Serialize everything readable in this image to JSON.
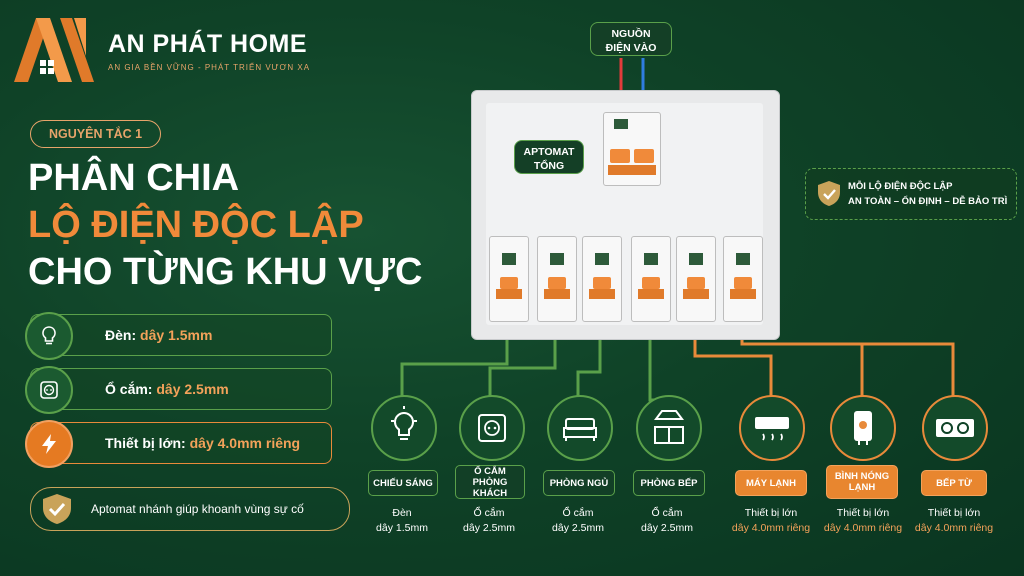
{
  "brand": {
    "name": "AN PHÁT HOME",
    "tagline": "AN GIA BỀN VỮNG - PHÁT TRIỂN VƯƠN XA"
  },
  "principle": "NGUYÊN TẮC 1",
  "headline": {
    "line1": "PHÂN CHIA",
    "line2": "LỘ ĐIỆN ĐỘC LẬP",
    "line3": "CHO TỪNG KHU VỰC"
  },
  "features": [
    {
      "label": "Đèn:",
      "value": "dây 1.5mm",
      "icon": "lightbulb-icon"
    },
    {
      "label": "Ổ cắm:",
      "value": "dây 2.5mm",
      "icon": "socket-icon"
    },
    {
      "label": "Thiết bị lớn:",
      "value": "dây 4.0mm riêng",
      "icon": "lightning-icon"
    }
  ],
  "aptomat_note": "Aptomat nhánh giúp khoanh vùng sự cố",
  "source_label": [
    "NGUỒN",
    "ĐIỆN VÀO"
  ],
  "main_breaker_label": [
    "APTOMAT",
    "TỔNG"
  ],
  "independent_note": [
    "MỖI LỘ ĐIỆN ĐỘC LẬP",
    "AN TOÀN – ỔN ĐỊNH – DỄ BẢO TRÌ"
  ],
  "circuits": [
    {
      "label": "CHIẾU SÁNG",
      "icon": "lightbulb-icon",
      "line1": "Đèn",
      "line2": "dây 1.5mm",
      "accent": "green"
    },
    {
      "label": "Ổ CẮM PHÒNG KHÁCH",
      "icon": "socket-icon",
      "line1": "Ổ cắm",
      "line2": "dây 2.5mm",
      "accent": "green"
    },
    {
      "label": "PHÒNG NGỦ",
      "icon": "bed-icon",
      "line1": "Ổ cắm",
      "line2": "dây 2.5mm",
      "accent": "green"
    },
    {
      "label": "PHÒNG BẾP",
      "icon": "kitchen-icon",
      "line1": "Ổ cắm",
      "line2": "dây 2.5mm",
      "accent": "green"
    },
    {
      "label": "MÁY LẠNH",
      "icon": "air-conditioner-icon",
      "line1": "Thiết bị lớn",
      "line2": "dây 4.0mm riêng",
      "accent": "orange"
    },
    {
      "label": "BÌNH NÓNG LẠNH",
      "icon": "water-heater-icon",
      "line1": "Thiết bị lớn",
      "line2": "dây 4.0mm riêng",
      "accent": "orange"
    },
    {
      "label": "BẾP TỪ",
      "icon": "induction-cooker-icon",
      "line1": "Thiết bị lớn",
      "line2": "dây 4.0mm riêng",
      "accent": "orange"
    }
  ],
  "colors": {
    "background": "#0f4227",
    "accent_orange": "#f08a3a",
    "accent_green": "#5aa04a",
    "gold": "#c9a35a",
    "wire_red": "#e23b3b",
    "wire_blue": "#2f7de0"
  }
}
